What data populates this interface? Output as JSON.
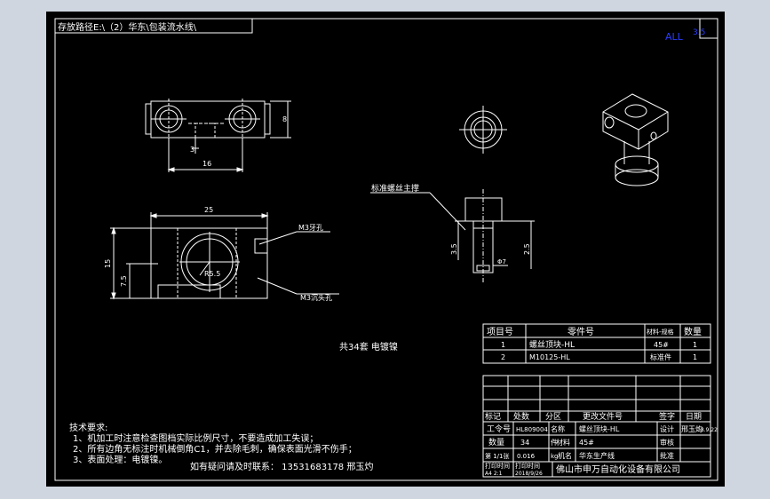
{
  "drawing": {
    "path_label": "存放路径E:\\（2）华东\\包装流水线\\",
    "scale_all": "ALL",
    "scale_ratio": "3.5",
    "set_count": "共34套 电镀镍",
    "dims": {
      "w16": "16",
      "h8": "8",
      "h3": "3",
      "w25": "25",
      "h15": "15",
      "h7_5": "7.5",
      "r5_5": "R5.5",
      "h3_5": "3.5",
      "h2_5": "2.5",
      "d7": "Φ7"
    },
    "callouts": {
      "m3_thread": "M3牙孔",
      "m3_hole": "M3沉头孔",
      "std_screw": "标准螺丝主撑"
    }
  },
  "bom": {
    "headers": [
      "项目号",
      "零件号",
      "材料-规格",
      "数量"
    ],
    "rows": [
      {
        "item": "1",
        "part": "螺丝顶块-HL",
        "material": "45#",
        "qty": "1"
      },
      {
        "item": "2",
        "part": "M10125-HL",
        "material": "标准件",
        "qty": "1"
      }
    ]
  },
  "title_block": {
    "rev_headers": [
      "标记",
      "处数",
      "分区",
      "更改文件号",
      "签字",
      "日期"
    ],
    "work_no_label": "工令号",
    "work_no": "HL809004",
    "name_label": "名称",
    "name": "螺丝顶块-HL",
    "design_label": "设计",
    "design_sig": "邢玉灼",
    "design_date": "18.9.22",
    "qty_label": "数量",
    "qty": "34",
    "qty_unit": "件",
    "material_label": "材料",
    "material": "45#",
    "review_label": "审核",
    "sheet_label": "第 1/1张",
    "weight": "0.016",
    "weight_unit": "kg",
    "machine_label": "机名",
    "machine": "华东生产线",
    "approve_label": "批准",
    "print_time_label": "打印时间",
    "print_date": "2018/9/26",
    "plot_ratio": "A4 2:1",
    "company": "佛山市申万自动化设备有限公司"
  },
  "notes": {
    "heading": "技术要求:",
    "items": [
      "1、机加工时注意检查图档实际比例尺寸，不要造成加工失误；",
      "2、所有边角无标注时机械倒角C1，并去除毛刺，确保表面光滑不伤手；",
      "3、表面处理：电镀镍。"
    ],
    "contact": "如有疑问请及时联系：  13531683178  邢玉灼"
  },
  "colors": {
    "paper": "#000000",
    "line": "#ffffff",
    "background": "#cfd6df",
    "scale": "#2a3cff"
  }
}
